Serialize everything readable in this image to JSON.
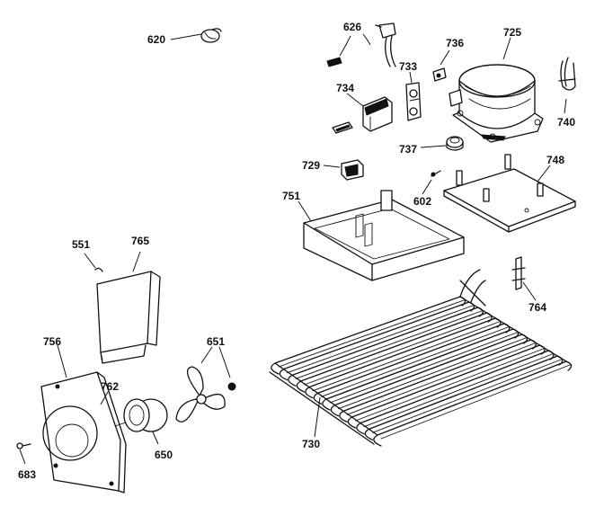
{
  "labels": {
    "l620": "620",
    "l626": "626",
    "l736": "736",
    "l725": "725",
    "l733": "733",
    "l734": "734",
    "l740": "740",
    "l737": "737",
    "l729": "729",
    "l748": "748",
    "l751": "751",
    "l602": "602",
    "l551": "551",
    "l765": "765",
    "l764": "764",
    "l756": "756",
    "l762": "762",
    "l651": "651",
    "l730": "730",
    "l650": "650",
    "l683": "683"
  }
}
